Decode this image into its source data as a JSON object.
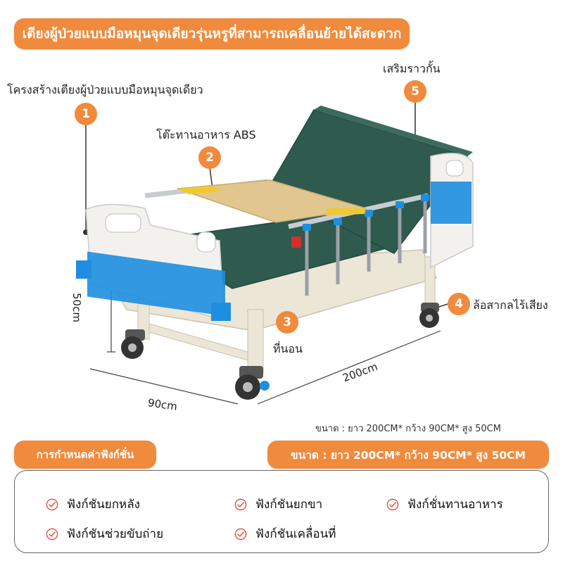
{
  "title": "เตียงผู้ป่วยแบบมือหมุนจุดเดียวรุ่นหรูที่สามารถเคลื่อนย้ายได้สะดวก",
  "callouts": [
    {
      "num": "1",
      "label": "โครงสร้างเตียงผู้ป่วยแบบมือหมุนจุดเดียว"
    },
    {
      "num": "2",
      "label": "โต๊ะทานอาหาร ABS"
    },
    {
      "num": "3",
      "label": "ที่นอน"
    },
    {
      "num": "4",
      "label": "ล้อสากลไร้เสียง"
    },
    {
      "num": "5",
      "label": "เสริมราวกั้น"
    }
  ],
  "dimensions": {
    "height": "50cm",
    "width": "90cm",
    "length": "200cm"
  },
  "size_note": "ขนาด : ยาว 200CM* กว้าง 90CM* สูง 50CM",
  "function_heading": "การกำหนดค่าฟังก์ชั่น",
  "size_heading": "ขนาด : ยาว 200CM* กว้าง 90CM* สูง 50CM",
  "functions": [
    "ฟังก์ชันยกหลัง",
    "ฟังก์ชันยกขา",
    "ฟังก์ชั่นทานอาหาร",
    "ฟังก์ชันช่วยขับถ่าย",
    "ฟังก์ชันเคลื่อนที่"
  ],
  "colors": {
    "accent": "#f08a3c",
    "mattress": "#2f5a4e",
    "frame": "#ece6d6",
    "blue": "#1e8ee0"
  },
  "icons": {
    "check": "check-circle-icon"
  }
}
